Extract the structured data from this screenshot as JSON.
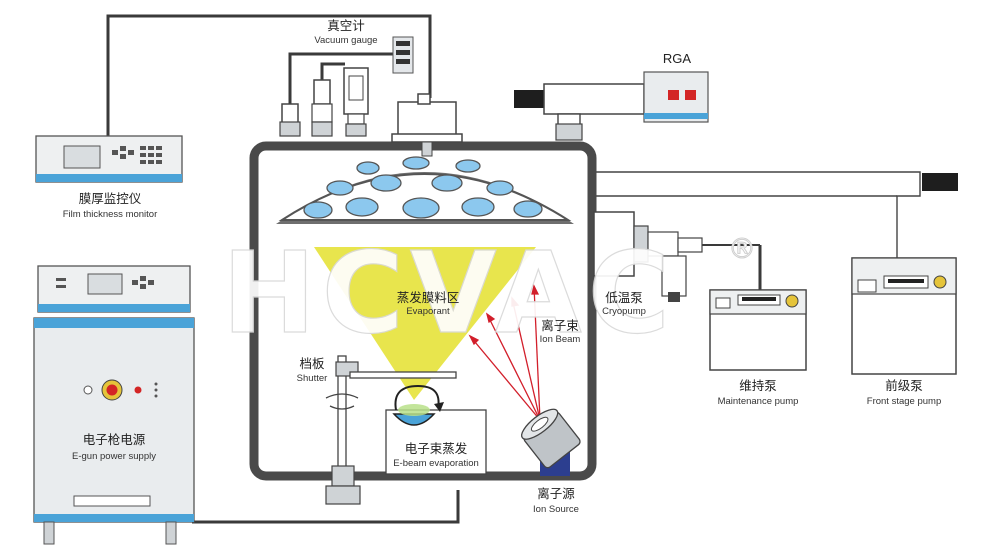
{
  "labels": {
    "vacuum_gauge": {
      "zh": "真空计",
      "en": "Vacuum gauge"
    },
    "rga": "RGA",
    "film_monitor": {
      "zh": "膜厚监控仪",
      "en": "Film thickness monitor"
    },
    "evaporant": {
      "zh": "蒸发膜料区",
      "en": "Evaporant"
    },
    "cryopump": {
      "zh": "低温泵",
      "en": "Cryopump"
    },
    "ion_beam": {
      "zh": "离子束",
      "en": "Ion Beam"
    },
    "shutter": {
      "zh": "档板",
      "en": "Shutter"
    },
    "maintenance_pump": {
      "zh": "维持泵",
      "en": "Maintenance pump"
    },
    "front_pump": {
      "zh": "前级泵",
      "en": "Front stage pump"
    },
    "egun_power": {
      "zh": "电子枪电源",
      "en": "E-gun power supply"
    },
    "ebeam": {
      "zh": "电子束蒸发",
      "en": "E-beam evaporation"
    },
    "ion_source": {
      "zh": "离子源",
      "en": "Ion Source"
    }
  },
  "watermark": "HCVAC",
  "watermark_mark": "®",
  "colors": {
    "chamber_wall": "#4a4a4a",
    "evaporant_cone": "#e6e23a",
    "dome_hole": "#8cc8ee",
    "ion_beam": "#d21f2b",
    "instrument_panel": "#d9dde0",
    "stripe_blue": "#4aa3d8",
    "ion_source_base": "#2c3e8f",
    "button_red": "#d32525"
  }
}
